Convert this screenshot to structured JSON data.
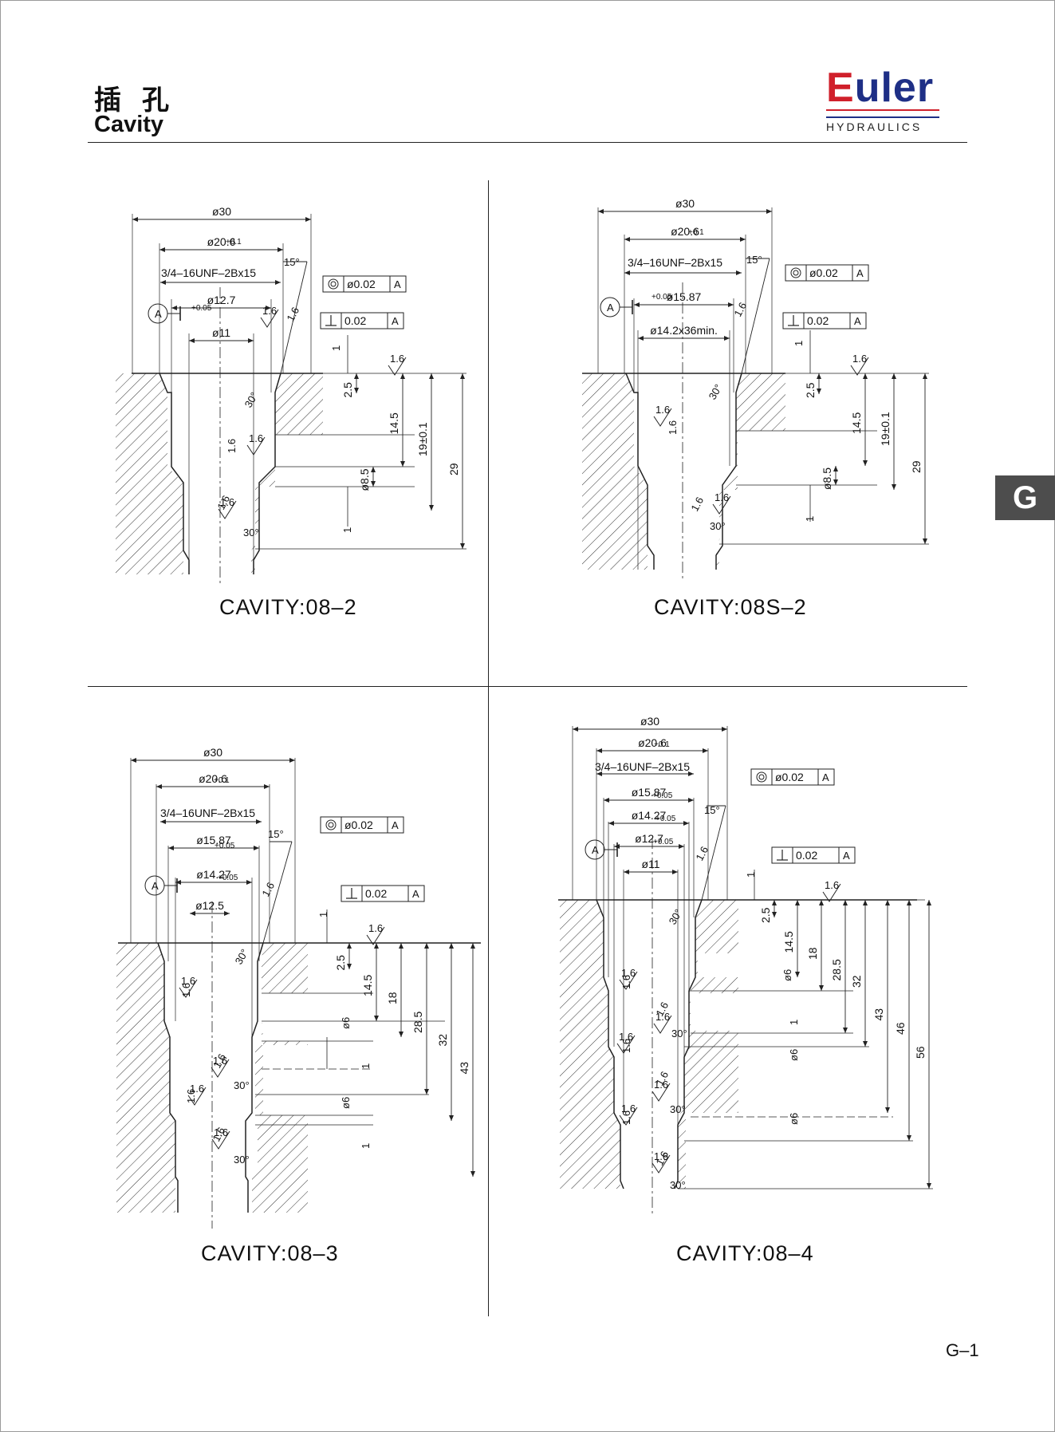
{
  "header": {
    "title_cn": "插孔",
    "title_en": "Cavity"
  },
  "logo": {
    "word_first": "E",
    "word_rest": "uler",
    "subtitle": "HYDRAULICS",
    "red": "#d0202b",
    "blue": "#1e2f86"
  },
  "side_tab": "G",
  "page_number": "G–1",
  "cavities": [
    {
      "caption": "CAVITY:08–2",
      "labels": {
        "od": "ø30",
        "d1": "ø20.6",
        "d1_tol": "+0.1 / 0",
        "thread": "3/4–16UNF–2Bx15",
        "d2": "ø12.7",
        "d2_tol": "+0.05 / 0",
        "d3": "ø11",
        "d4": "ø8.5",
        "angle15": "15°",
        "angle30": "30°",
        "conc": "ø0.02",
        "datum": "A",
        "perp": "0.02",
        "rough": "1.6",
        "h1": "1",
        "h2": "2.5",
        "h3": "14.5",
        "h4": "19±0.1",
        "h5": "29",
        "h6": "1"
      }
    },
    {
      "caption": "CAVITY:08S–2",
      "labels": {
        "od": "ø30",
        "d1": "ø20.6",
        "d1_tol": "+0.1 / 0",
        "thread": "3/4–16UNF–2Bx15",
        "d2": "ø15.87",
        "d2_tol": "+0.05 / 0",
        "d3": "ø14.2x36min.",
        "d4": "ø8.5",
        "angle15": "15°",
        "angle30": "30°",
        "conc": "ø0.02",
        "datum": "A",
        "perp": "0.02",
        "rough": "1.6",
        "h1": "1",
        "h2": "2.5",
        "h3": "14.5",
        "h4": "19±0.1",
        "h5": "29",
        "h6": "1"
      }
    },
    {
      "caption": "CAVITY:08–3",
      "labels": {
        "od": "ø30",
        "d1": "ø20.6",
        "d1_tol": "+0.1 / 0",
        "thread": "3/4–16UNF–2Bx15",
        "d2": "ø15.87",
        "d2_tol": "+0.05 / 0",
        "d3": "ø14.27",
        "d3_tol": "+0.05 / 0",
        "d4": "ø12.5",
        "d5": "ø6",
        "angle15": "15°",
        "angle30": "30°",
        "conc": "ø0.02",
        "datum": "A",
        "perp": "0.02",
        "rough": "1.6",
        "h1": "1",
        "h2": "2.5",
        "h3": "14.5",
        "h4": "18",
        "h5": "28.5",
        "h6": "32",
        "h7": "43"
      }
    },
    {
      "caption": "CAVITY:08–4",
      "labels": {
        "od": "ø30",
        "d1": "ø20.6",
        "d1_tol": "+0.1 / 0",
        "thread": "3/4–16UNF–2Bx15",
        "d2": "ø15.87",
        "d2_tol": "+0.05 / 0",
        "d3": "ø14.27",
        "d3_tol": "+0.05 / 0",
        "d4": "ø12.7",
        "d4_tol": "+0.05 / 0",
        "d5": "ø11",
        "d6": "ø6",
        "angle15": "15°",
        "angle30": "30°",
        "conc": "ø0.02",
        "datum": "A",
        "perp": "0.02",
        "rough": "1.6",
        "h1": "1",
        "h2": "2.5",
        "h3": "14.5",
        "h4": "18",
        "h5": "28.5",
        "h6": "32",
        "h7": "43",
        "h8": "46",
        "h9": "56"
      }
    }
  ]
}
